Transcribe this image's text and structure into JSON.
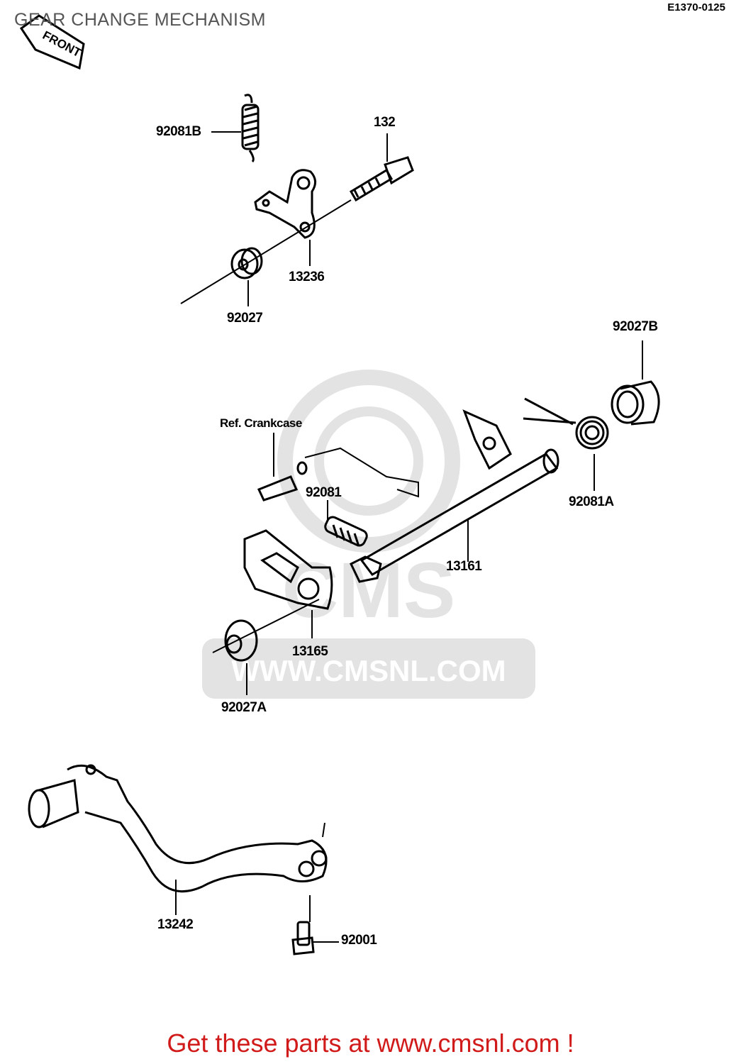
{
  "header": {
    "title": "GEAR CHANGE MECHANISM",
    "code": "E1370-0125",
    "front_arrow": "FRONT"
  },
  "labels": {
    "spring_top": "92081B",
    "bolt": "132",
    "stopper_lever": "13236",
    "collar_top": "92027",
    "collar_right": "92027B",
    "ref_crankcase": "Ref. Crankcase",
    "spring_mid": "92081",
    "spring_right": "92081A",
    "shaft": "13161",
    "arm": "13165",
    "collar_bottom": "92027A",
    "pedal": "13242",
    "pedal_bolt": "92001"
  },
  "watermark": {
    "brand": "CMS",
    "url": "WWW.CMSNL.COM"
  },
  "footer": {
    "cta": "Get these parts at www.cmsnl.com !"
  }
}
